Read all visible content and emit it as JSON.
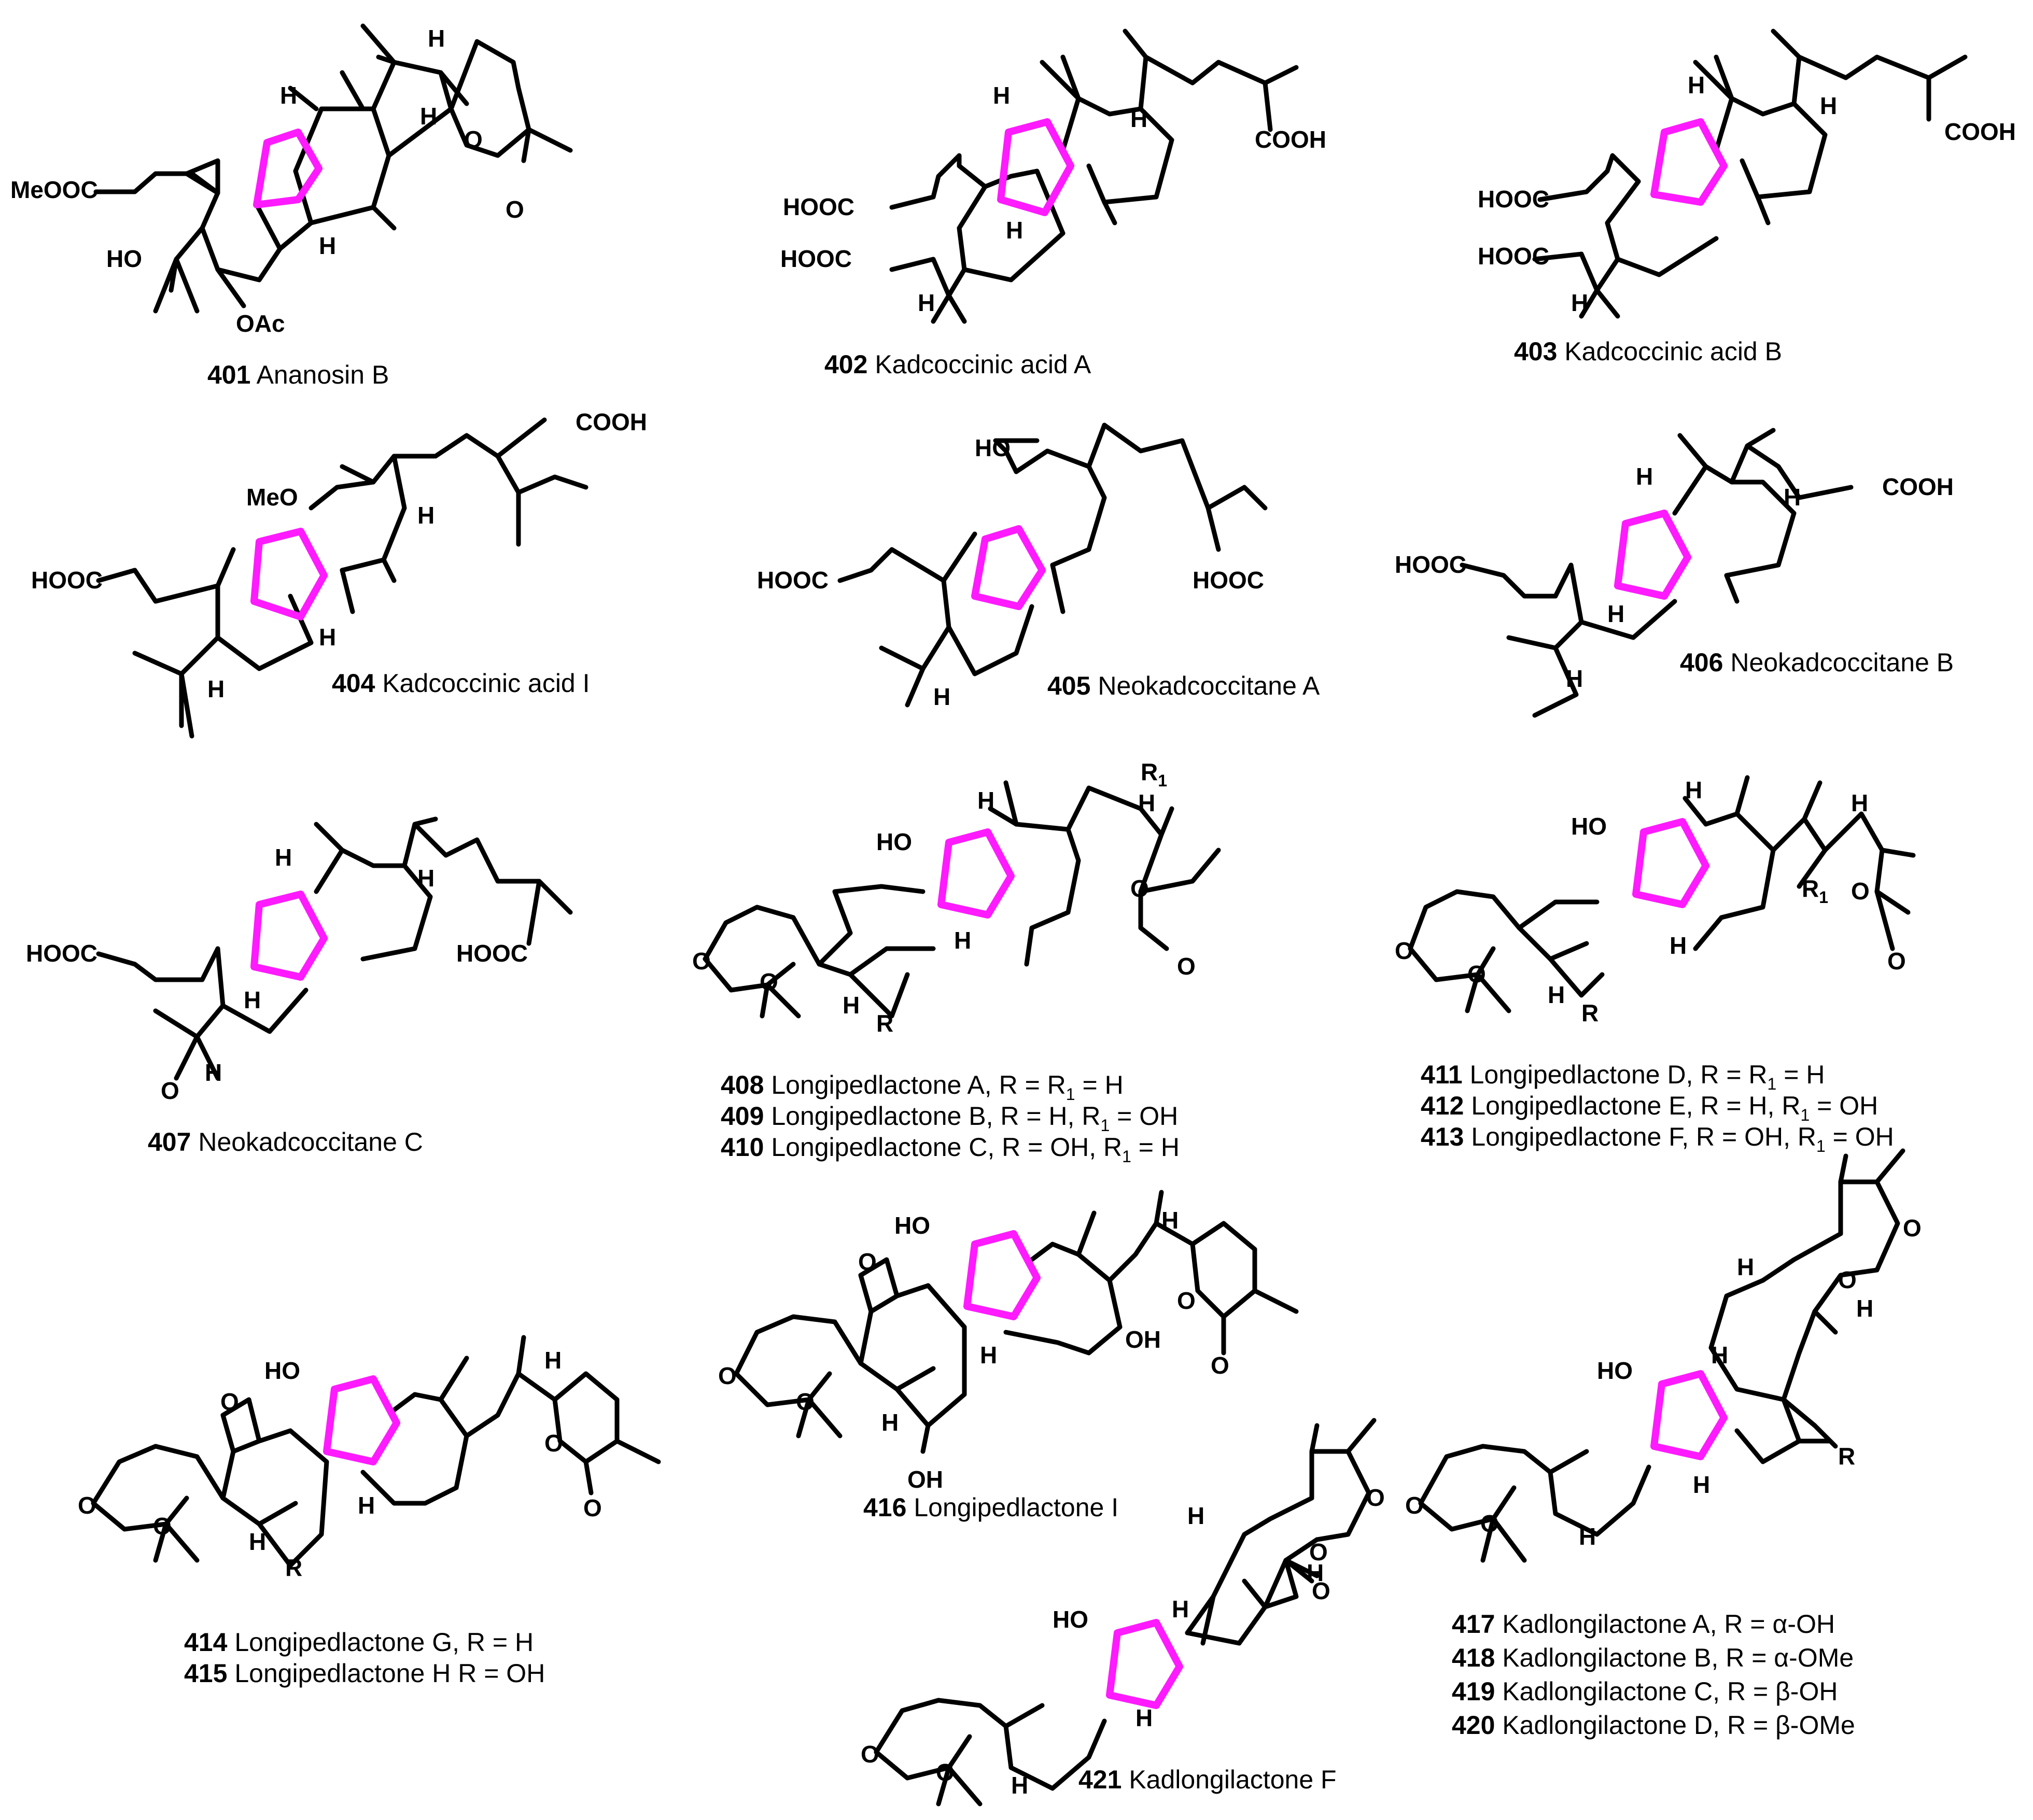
{
  "colors": {
    "highlight_ring": "#ff1aff",
    "bonds": "#000000",
    "background": "#ffffff"
  },
  "compounds": [
    {
      "lines": [
        {
          "num": "401",
          "text": " Ananosin B"
        }
      ],
      "labels": {
        "ester": "MeOOC",
        "hydroxy": "HO",
        "acetoxy": "OAc",
        "h1": "H",
        "h2": "H",
        "h3": "H",
        "h4": "H",
        "o_ring": "O",
        "o_carbonyl": "O"
      }
    },
    {
      "lines": [
        {
          "num": "402",
          "text": " Kadcoccinic acid A"
        }
      ],
      "labels": {
        "acid1": "HOOC",
        "acid2": "HOOC",
        "acid3": "COOH",
        "h1": "H",
        "h2": "H",
        "h3": "H",
        "h4": "H"
      }
    },
    {
      "lines": [
        {
          "num": "403",
          "text": " Kadcoccinic acid B"
        }
      ],
      "labels": {
        "acid1": "HOOC",
        "acid2": "HOOC",
        "acid3": "COOH",
        "h1": "H",
        "h2": "H",
        "h3": "H"
      }
    },
    {
      "lines": [
        {
          "num": "404",
          "text": " Kadcoccinic acid I"
        }
      ],
      "labels": {
        "acid1": "HOOC",
        "acid2": "COOH",
        "methoxy": "MeO",
        "h1": "H",
        "h2": "H",
        "h3": "H"
      }
    },
    {
      "lines": [
        {
          "num": "405",
          "text": " Neokadcoccitane A"
        }
      ],
      "labels": {
        "hydroxy": "HO",
        "acid1": "HOOC",
        "acid2": "HOOC",
        "h1": "H"
      }
    },
    {
      "lines": [
        {
          "num": "406",
          "text": " Neokadcoccitane B"
        }
      ],
      "labels": {
        "acid1": "HOOC",
        "acid2": "COOH",
        "h1": "H",
        "h2": "H",
        "h3": "H",
        "h4": "H"
      }
    },
    {
      "lines": [
        {
          "num": "407",
          "text": " Neokadcoccitane C"
        }
      ],
      "labels": {
        "acid1": "HOOC",
        "acid2": "HOOC",
        "keto": "O",
        "h1": "H",
        "h2": "H",
        "h3": "H",
        "h4": "H"
      }
    },
    {
      "lines": [
        {
          "num": "408",
          "text": " Longipedlactone A, R = R",
          "sub": "1",
          "tail": " = H"
        },
        {
          "num": "409",
          "text": " Longipedlactone B, R = H, R",
          "sub": "1",
          "tail": " = OH"
        },
        {
          "num": "410",
          "text": " Longipedlactone C, R = OH, R",
          "sub": "1",
          "tail": " = H"
        }
      ],
      "labels": {
        "hydroxy": "HO",
        "r": "R",
        "r1": "R",
        "r1_sub": "1",
        "o1": "O",
        "o2": "O",
        "o3": "O",
        "o4": "O",
        "h1": "H",
        "h2": "H",
        "h3": "H",
        "h4": "H"
      }
    },
    {
      "lines": [
        {
          "num": "411",
          "text": " Longipedlactone D, R = R",
          "sub": "1",
          "tail": " = H"
        },
        {
          "num": "412",
          "text": " Longipedlactone E, R = H, R",
          "sub": "1",
          "tail": " = OH"
        },
        {
          "num": "413",
          "text": " Longipedlactone F, R = OH, R",
          "sub": "1",
          "tail": " = OH"
        }
      ],
      "labels": {
        "hydroxy": "HO",
        "r": "R",
        "r1": "R",
        "r1_sub": "1",
        "o1": "O",
        "o2": "O",
        "o3": "O",
        "o4": "O",
        "h1": "H",
        "h2": "H",
        "h3": "H",
        "h4": "H"
      }
    },
    {
      "lines": [
        {
          "num": "414",
          "text": " Longipedlactone G, R = H"
        },
        {
          "num": "415",
          "text": " Longipedlactone H R = OH"
        }
      ],
      "labels": {
        "hydroxy": "HO",
        "r": "R",
        "o_epox": "O",
        "o1": "O",
        "o2": "O",
        "o3": "O",
        "o4": "O",
        "h1": "H",
        "h2": "H",
        "h3": "H"
      }
    },
    {
      "lines": [
        {
          "num": "416",
          "text": " Longipedlactone I"
        }
      ],
      "labels": {
        "hydroxy1": "HO",
        "hydroxy2": "OH",
        "hydroxy3": "OH",
        "o_epox": "O",
        "o1": "O",
        "o2": "O",
        "o3": "O",
        "o4": "O",
        "h1": "H",
        "h2": "H",
        "h3": "H"
      }
    },
    {
      "lines": [
        {
          "num": "417",
          "text": " Kadlongilactone A, R = α-OH"
        },
        {
          "num": "418",
          "text": " Kadlongilactone B, R = α-OMe"
        },
        {
          "num": "419",
          "text": " Kadlongilactone C, R = β-OH"
        },
        {
          "num": "420",
          "text": " Kadlongilactone D, R = β-OMe"
        }
      ],
      "labels": {
        "hydroxy": "HO",
        "r": "R",
        "o1": "O",
        "o2": "O",
        "o3": "O",
        "o4": "O",
        "h1": "H",
        "h2": "H",
        "h3": "H",
        "h4": "H",
        "h5": "H"
      }
    },
    {
      "lines": [
        {
          "num": "421",
          "text": " Kadlongilactone F"
        }
      ],
      "labels": {
        "hydroxy": "HO",
        "o_epox": "O",
        "o1": "O",
        "o2": "O",
        "o3": "O",
        "o4": "O",
        "h1": "H",
        "h2": "H",
        "h3": "H",
        "h4": "H",
        "h5": "H"
      }
    }
  ]
}
